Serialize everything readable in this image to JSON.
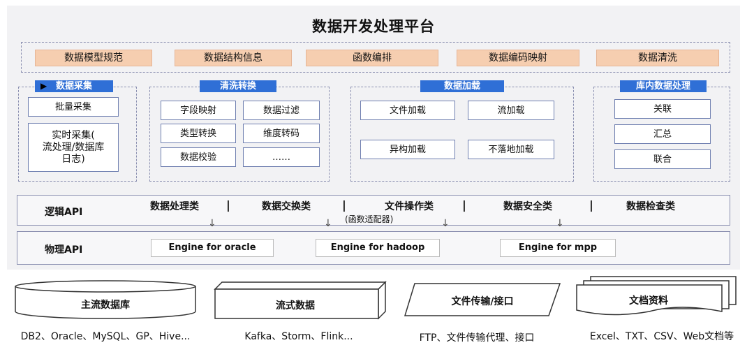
{
  "title": "数据开发处理平台",
  "top_row": [
    "数据模型规范",
    "数据结构信息",
    "函数编排",
    "数据编码映射",
    "数据清洗"
  ],
  "groups": {
    "collect": {
      "tag": "数据采集",
      "items": [
        "批量采集",
        "实时采集(\n流处理/数据库\n日志)"
      ]
    },
    "clean": {
      "tag": "清洗转换",
      "items": [
        "字段映射",
        "数据过滤",
        "类型转换",
        "维度转码",
        "数据校验",
        "……"
      ]
    },
    "load": {
      "tag": "数据加载",
      "items": [
        "文件加载",
        "流加载",
        "异构加载",
        "不落地加载"
      ]
    },
    "inner": {
      "tag": "库内数据处理",
      "items": [
        "关联",
        "汇总",
        "联合"
      ]
    }
  },
  "logic_api": {
    "label": "逻辑API",
    "items": [
      "数据处理类",
      "数据交换类",
      "文件操作类",
      "数据安全类",
      "数据检查类"
    ],
    "separator": "|",
    "note": "(函数适配器)"
  },
  "physical_api": {
    "label": "物理API",
    "engines": [
      "Engine for oracle",
      "Engine for hadoop",
      "Engine for mpp"
    ]
  },
  "sources": [
    {
      "title": "主流数据库",
      "desc": "DB2、Oracle、MySQL、GP、Hive..."
    },
    {
      "title": "流式数据",
      "desc": "Kafka、Storm、Flink..."
    },
    {
      "title": "文件传输/接口",
      "desc": "FTP、文件传输代理、接口"
    },
    {
      "title": "文档资料",
      "desc": "Excel、TXT、CSV、Web文档等"
    }
  ],
  "icons": {
    "arrow": "↓",
    "cursor": "cursor-arrow-icon"
  },
  "colors": {
    "tag_blue": "#2f6fd6",
    "orange": "#f6ceb0",
    "border": "#8a8fb0"
  }
}
